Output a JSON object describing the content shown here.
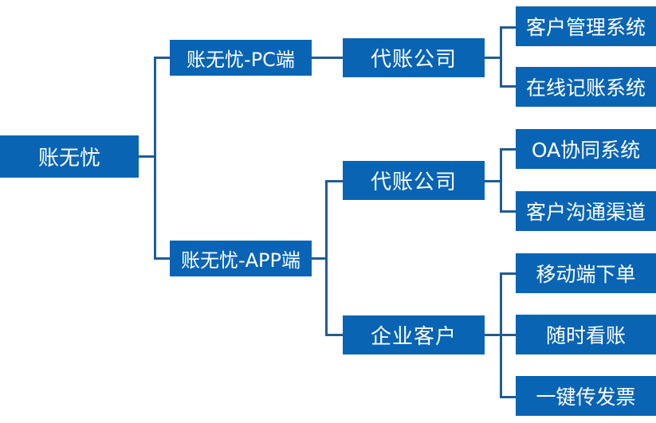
{
  "diagram": {
    "root": "账无忧",
    "pc": {
      "label": "账无忧-PC端",
      "agency": "代账公司",
      "leaves": [
        "客户管理系统",
        "在线记账系统"
      ]
    },
    "app": {
      "label": "账无忧-APP端",
      "agency": "代账公司",
      "agency_leaves": [
        "OA协同系统",
        "客户沟通渠道"
      ],
      "enterprise": "企业客户",
      "enterprise_leaves": [
        "移动端下单",
        "随时看账",
        "一键传发票"
      ]
    }
  }
}
